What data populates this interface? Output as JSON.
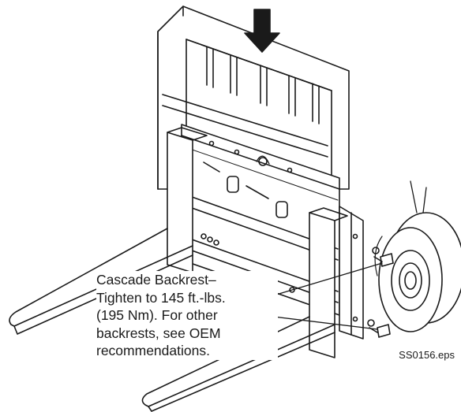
{
  "callout": {
    "lines": [
      "Cascade Backrest–",
      "Tighten to 145 ft.-lbs.",
      "(195 Nm).  For other",
      "backrests, see OEM",
      "recommendations."
    ]
  },
  "figure_id": "SS0156.eps",
  "icons": {
    "arrow": "down-arrow-icon"
  },
  "colors": {
    "ink": "#1a1a1a",
    "background": "#ffffff"
  }
}
